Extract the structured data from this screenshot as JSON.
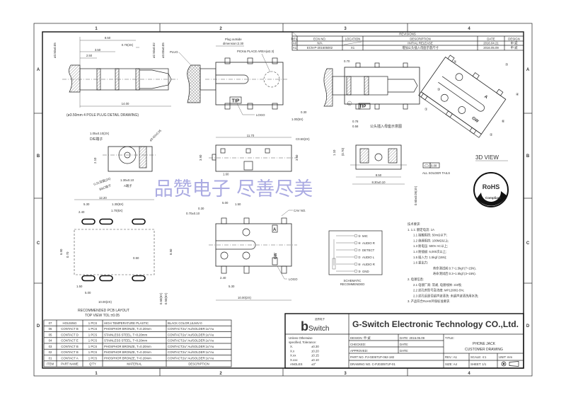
{
  "frame": {
    "columns": [
      "1",
      "2",
      "3",
      "4"
    ],
    "rows": [
      "A",
      "B",
      "C",
      "D"
    ]
  },
  "revisions": {
    "title": "REVISIONS",
    "headers": [
      "REV.",
      "ECN NO.",
      "LOCATION",
      "DESCRIPTION",
      "DATE",
      "DESIGN"
    ],
    "rows": [
      {
        "rev": "A0",
        "ecn": "N/A",
        "location": "",
        "description": "INITIAL RELEASE",
        "date": "2016.04.21",
        "design": "申 斌"
      },
      {
        "rev": "A1",
        "ecn": "ECN-P-201605002",
        "location": "X1",
        "description": "增加公头插入母座示意尺寸",
        "date": "2016.05.09",
        "design": "申 斌"
      }
    ]
  },
  "plug_detail": {
    "dims": {
      "d850": "8.50",
      "d070": "0.70(3X)",
      "d350": "3.50",
      "d250": "2.50",
      "d1400": "14.00",
      "dia350": "ø3.50±0.05",
      "dia250": "ø2.50±0.02",
      "dia300": "ø3.00±0.05"
    },
    "caption": "(ø3.50mm 4 POLE PLUG DETAIL DRAWING)"
  },
  "plug_section": {
    "plug_label": "PLUG",
    "outside_1": "Plug outside",
    "outside_2": "dimension:2.30",
    "pick_place": "PICK& PLACE AREA(ø2.3)",
    "tip": "TIP",
    "logo": "LOGO",
    "d030": "0.30",
    "d100": "1.00(5X)"
  },
  "insert_view": {
    "d070": "0.70",
    "d078": "0.78",
    "d058": "0.58",
    "caption": "公头插入母座示意图",
    "x1": "X1"
  },
  "view3d": {
    "label": "3D VIEW",
    "callouts": [
      "①",
      "②",
      "③",
      "④",
      "⑤",
      "⑥",
      "⑦"
    ],
    "cav": "A",
    "logo": "GW"
  },
  "rohs": {
    "line1": "RoHS",
    "line2": "Compliant"
  },
  "front_view": {
    "d105": "1.05±0.10(2X)",
    "de": "D/E端子",
    "dia360": "ø3.60±0.05",
    "d210": "2.10",
    "d031": "0.31深度(3X)",
    "bc": "B&C端子",
    "d130": "1.30±0.10",
    "a": "A端子"
  },
  "side_view": {
    "d1170": "11.70",
    "c050": "C0.50(2X)",
    "d390": "3.90",
    "d360": "3.60",
    "d160": "1.60"
  },
  "end_view": {
    "d110": "1.10",
    "d070": "(0.70)",
    "d850": "8.50",
    "d830": "8.30±0.10",
    "d060": "0.60±0.05(4X)",
    "flatness": "0.08",
    "solder": "ALL SOLDER TAILS"
  },
  "watermark": "品赞电子  尽善尽美",
  "pcb_layout": {
    "d1220": "12.20",
    "d530": "5.30",
    "d130": "1.30(5X)",
    "d170": "1.70(5X)",
    "d240": "2.40",
    "d690": "6.90",
    "d070": "0.70",
    "d050": "0.50",
    "d850": "8.50",
    "d150": "1.50",
    "d500": "5.00",
    "d1000": "10.00(2X)",
    "d060": "0.60(6X)",
    "d050b": "0.50(6X)",
    "title": "RECOMMENDED PCB LAYOUT",
    "tol": "TOP VIEW TOL:±0.05"
  },
  "bottom_view": {
    "d500": "5.00",
    "d150": "1.50",
    "d030": "0.30",
    "d070": "0.70±0.10",
    "cav": "CAV NO.",
    "cav_letter": "A",
    "logo": "LOGO",
    "logo_mark": "GW",
    "d240": "2.40",
    "d530": "5.30",
    "d1000": "10.00(2X)"
  },
  "schematic": {
    "pins": [
      {
        "num": "⑤",
        "label": "MIC"
      },
      {
        "num": "④",
        "label": "AUDIO R"
      },
      {
        "num": "⑦",
        "label": "DETECT"
      },
      {
        "num": "②",
        "label": "AUDIO L"
      },
      {
        "num": "⑥",
        "label": "AUDIO R"
      },
      {
        "num": "③",
        "label": "GND"
      }
    ],
    "title1": "SCHEMATIC",
    "title2": "RECOMMENDED"
  },
  "requirements": [
    "技术要求:",
    "1. 1.1: 额定电流: 1A",
    "1.1 接触阻抗: 50mΩ以下;",
    "1.2 绝缘阻抗: 100MΩ以上;",
    "1.3 耐电压: 500V AC以上;",
    "1.4 耐插拔: 6,000次以上;",
    "1.5 插入力: 1.5kgf (15N);",
    "1.6 拔出力:",
    "寿命测试前:0.7~1.5kgf (7~15N),",
    "寿命测试后:0.3~1.5kgf (3~15N).",
    "2. 电镀信息:",
    "2.1 电镀厂商: 常昶, 电镀线体: 3/4线;",
    "2.2 封孔剂型号及浓度: MP1208/2-5%;",
    "2.3 封孔后是否超声波清洗: 未超声波清洗用水洗;",
    "3. 产品符合RoHS环保标准要求."
  ],
  "bom": {
    "headers": [
      "ITEM",
      "PART NAME",
      "Q'TY",
      "MATERIAL",
      "DESCRIPTION"
    ],
    "rows": [
      [
        "07",
        "HOUSING",
        "1 PCS",
        "HIGH TEMPERATURE PLASTIC",
        "BLACK COLOR,UL94V-0"
      ],
      [
        "06",
        "CONTACT B",
        "1 PCS",
        "PHOSPHOR BRONZE, T=0.20mm",
        "CONTACT:2u\" Au/SOLDER:1u\"Au"
      ],
      [
        "05",
        "CONTACT D",
        "1 PCS",
        "STAINLESS STEEL, T=0.20mm",
        "CONTACT:2u\" Au/SOLDER:1u\"Au"
      ],
      [
        "04",
        "CONTACT E",
        "1 PCS",
        "STAINLESS STEEL, T=0.20mm",
        "CONTACT:2u\" Au/SOLDER:1u\"Au"
      ],
      [
        "03",
        "CONTACT B",
        "1 PCS",
        "PHOSPHOR BRONZE, T=0.20mm",
        "CONTACT:2u\" Au/SOLDER:1u\"Au"
      ],
      [
        "02",
        "CONTACT B",
        "1 PCS",
        "PHOSPHOR BRONZE, T=0.20mm",
        "CONTACT:2u\" Au/SOLDER:1u\"Au"
      ],
      [
        "01",
        "CONTACT A",
        "1 PCS",
        "PHOSPHOR BRONZE, T=0.20mm",
        "CONTACT:2u\" Au/SOLDER:1u\"Au"
      ]
    ]
  },
  "title_block": {
    "logo_small": "品赞电子",
    "logo_text": "Switch",
    "logo_b": "b",
    "company": "G-Switch Electronic Technology CO.,Ltd.",
    "tolerance": [
      "Unless Otherwise",
      "specified, Tolerance:"
    ],
    "tol_rows": [
      [
        "X.",
        "±0.30"
      ],
      [
        "X.x",
        "±0.20"
      ],
      [
        "X.xx",
        "±0.15"
      ],
      [
        "X.xxx",
        "±0.10"
      ],
      [
        "ANGLES",
        "±3°"
      ]
    ],
    "design": "DESIGN:  申 斌",
    "design_date": "DATE: 2016.05.09",
    "checked": "CHECKED:",
    "checked_date": "DATE:",
    "approved": "APPROVED:",
    "approved_date": "DATE:",
    "part_no": "PART NO. PJ-0305T1P-062-182",
    "drawing_no": "DRAWING NO. C-PJ0305T1P-01",
    "title_label": "TITLE:",
    "title1": "PHONE JACK",
    "title2": "CUSTOMER DRAWING",
    "rev": "REV.: A1",
    "scale": "SCALE: 4:1",
    "unit": "UNIT: mm",
    "size": "SIZE: A4",
    "sheet": "SHEET: 1/1"
  }
}
